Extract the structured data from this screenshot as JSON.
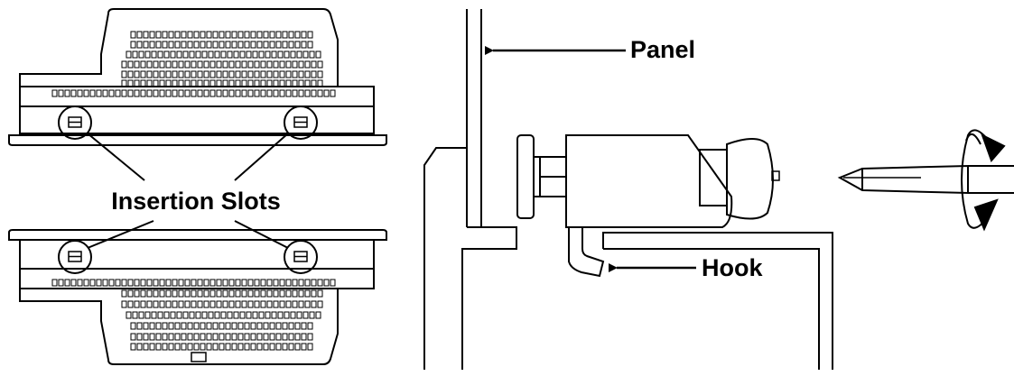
{
  "labels": {
    "insertion_slots": "Insertion Slots",
    "panel": "Panel",
    "hook": "Hook"
  },
  "colors": {
    "line": "#000000",
    "background": "#ffffff"
  },
  "icons": [
    "screwdriver-icon",
    "rotation-arrow-icon"
  ]
}
